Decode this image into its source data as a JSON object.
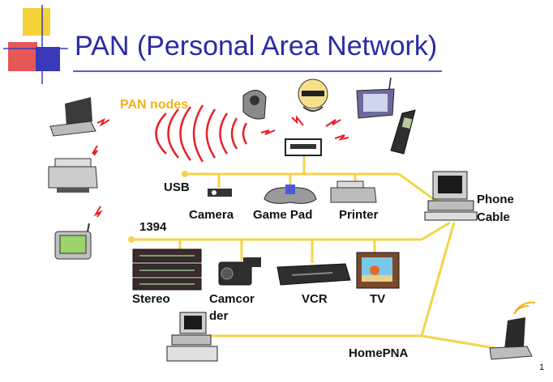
{
  "title": "PAN (Personal Area Network)",
  "labels": {
    "pan_nodes": "PAN nodes",
    "usb": "USB",
    "firewire": "1394",
    "camera": "Camera",
    "game_pad": "Game Pad",
    "printer": "Printer",
    "phone_cable": [
      "Phone",
      "Cable"
    ],
    "stereo": "Stereo",
    "camcorder": [
      "Camcor",
      "der"
    ],
    "vcr": "VCR",
    "tv": "TV",
    "homepna": "HomePNA"
  },
  "page_number": "1",
  "colors": {
    "title": "#2a2aa6",
    "bus_lines": "#f5d34a",
    "wireless_waves": "#e8202a",
    "pan_label": "#f2b21b"
  },
  "icons": [
    "laptop-icon",
    "printer-icon",
    "pda-icon",
    "wireless-device-icon",
    "cellphone-icon",
    "user-headset-icon",
    "tablet-icon",
    "hub-icon",
    "camera-icon",
    "game-pad-icon",
    "desktop-pc-icon",
    "stereo-icon",
    "camcorder-icon",
    "vcr-icon",
    "tv-icon",
    "wireless-laptop-icon"
  ]
}
